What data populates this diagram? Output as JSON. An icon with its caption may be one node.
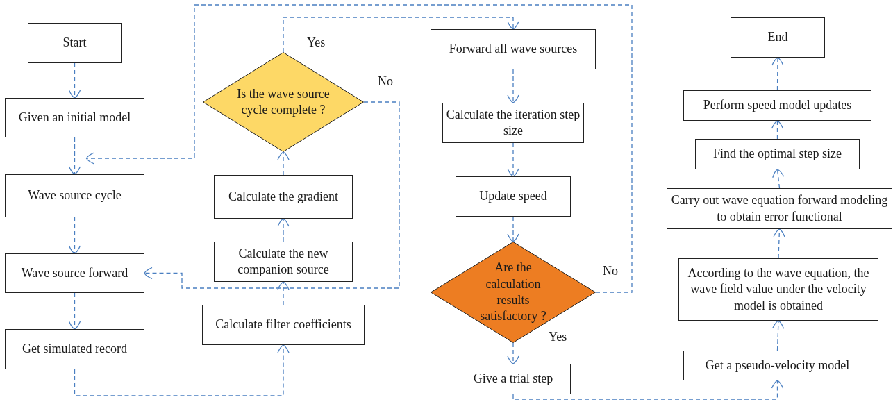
{
  "diagram": {
    "nodes": [
      {
        "text": [
          "Start"
        ]
      },
      {
        "text": [
          "Given an initial model"
        ]
      },
      {
        "text": [
          "Wave source cycle"
        ]
      },
      {
        "text": [
          "Wave source forward"
        ]
      },
      {
        "text": [
          "Get simulated record"
        ]
      },
      {
        "text": [
          "Is the wave source cycle complete ?"
        ]
      },
      {
        "text": [
          "Calculate the gradient"
        ]
      },
      {
        "text": [
          "Calculate the new companion source"
        ]
      },
      {
        "text": [
          "Calculate filter coefficients"
        ]
      },
      {
        "text": [
          "Forward all wave sources"
        ]
      },
      {
        "text": [
          "Calculate the iteration step size"
        ]
      },
      {
        "text": [
          "Update speed"
        ]
      },
      {
        "text": [
          "Are the calculation results satisfactory ?"
        ]
      },
      {
        "text": [
          "Give a trial step"
        ]
      },
      {
        "text": [
          "End"
        ]
      },
      {
        "text": [
          "Perform speed model updates"
        ]
      },
      {
        "text": [
          "Find the optimal step size"
        ]
      },
      {
        "text": [
          "Carry out wave equation forward modeling to obtain error functional"
        ]
      },
      {
        "text": [
          "According to the wave equation, the wave field value under the velocity model is obtained"
        ]
      },
      {
        "text": [
          "Get a pseudo-velocity model"
        ]
      }
    ],
    "edges": [
      {
        "from": 0,
        "to": 1,
        "arrow": "to",
        "style": "dashed"
      },
      {
        "from": 1,
        "to": 2,
        "arrow": "to",
        "style": "dashed"
      },
      {
        "from": 2,
        "to": 3,
        "arrow": "to",
        "style": "dashed"
      },
      {
        "from": 3,
        "to": 4,
        "arrow": "to",
        "style": "dashed"
      },
      {
        "from": 4,
        "to": 8,
        "arrow": "to",
        "style": "dashed"
      },
      {
        "from": 8,
        "to": 7,
        "arrow": "to",
        "style": "dashed"
      },
      {
        "from": 7,
        "to": 6,
        "arrow": "to",
        "style": "dashed"
      },
      {
        "from": 6,
        "to": 5,
        "arrow": "to",
        "style": "dashed"
      },
      {
        "from": 5,
        "to": 9,
        "arrow": "to",
        "label": "Yes",
        "style": "dashed"
      },
      {
        "from": 5,
        "to": 3,
        "arrow": "to",
        "label": "No",
        "style": "dashed"
      },
      {
        "from": 9,
        "to": 10,
        "arrow": "to",
        "style": "dashed"
      },
      {
        "from": 10,
        "to": 11,
        "arrow": "to",
        "style": "dashed"
      },
      {
        "from": 11,
        "to": 12,
        "arrow": "to",
        "style": "dashed"
      },
      {
        "from": 12,
        "to": 13,
        "arrow": "to",
        "label": "Yes",
        "style": "dashed"
      },
      {
        "from": 12,
        "to": 2,
        "arrow": "to",
        "label": "No",
        "style": "dashed"
      },
      {
        "from": 13,
        "to": 19,
        "arrow": "to",
        "style": "dashed"
      },
      {
        "from": 19,
        "to": 18,
        "arrow": "to",
        "style": "dashed"
      },
      {
        "from": 18,
        "to": 17,
        "arrow": "to",
        "style": "dashed"
      },
      {
        "from": 17,
        "to": 16,
        "arrow": "to",
        "style": "dashed"
      },
      {
        "from": 16,
        "to": 15,
        "arrow": "to",
        "style": "dashed"
      },
      {
        "from": 15,
        "to": 14,
        "arrow": "to",
        "style": "dashed"
      }
    ]
  }
}
